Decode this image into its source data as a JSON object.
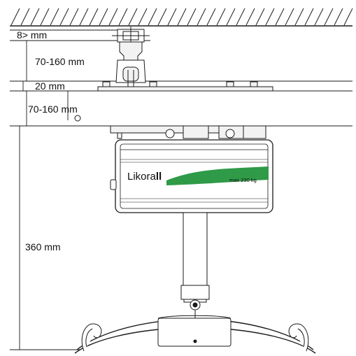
{
  "dimensions": {
    "gap_top": "8> mm",
    "trolley_height": "70-160 mm",
    "plate": "20 mm",
    "rail_height": "70-160 mm",
    "lift_drop": "360 mm"
  },
  "lift": {
    "brand_prefix": "Likora",
    "brand_suffix": "ll",
    "capacity": "max 230 kg",
    "accent_color": "#2f9a47"
  },
  "colors": {
    "line": "#1a1a1a",
    "fill_light": "#f2f2f2",
    "fill_mid": "#dcdcdc"
  }
}
